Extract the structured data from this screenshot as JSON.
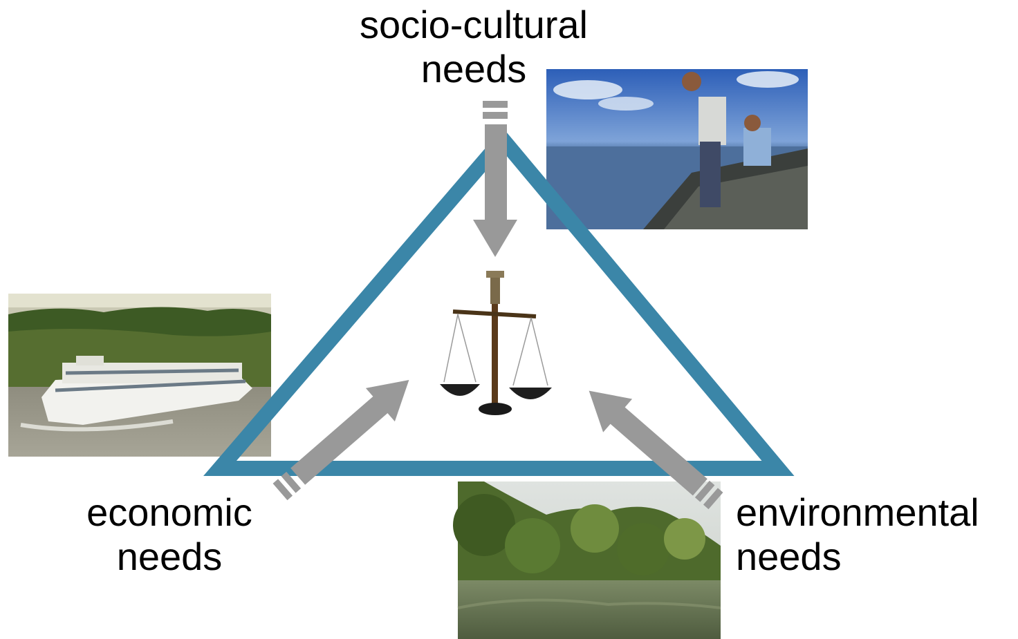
{
  "diagram": {
    "colors": {
      "triangle": "#3b86a8",
      "arrow": "#999999",
      "background": "#ffffff"
    },
    "nodes": {
      "top": {
        "line1": "socio-cultural",
        "line2": "needs",
        "icon": "fishermen-boat-photo"
      },
      "left": {
        "line1": "economic",
        "line2": "needs",
        "icon": "cruise-ship-photo"
      },
      "right": {
        "line1": "environmental",
        "line2": "needs",
        "icon": "river-trees-photo"
      }
    },
    "center": {
      "icon": "balance-scale-icon"
    }
  }
}
